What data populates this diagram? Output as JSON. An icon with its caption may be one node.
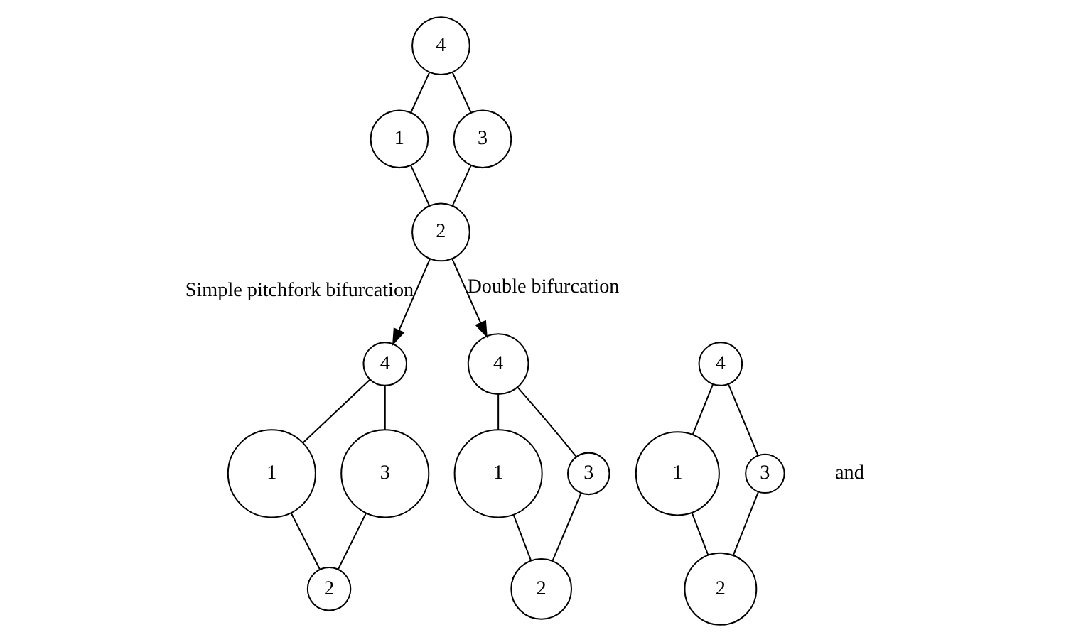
{
  "diagram": {
    "nodes": [
      {
        "text": [
          "4"
        ]
      },
      {
        "text": [
          "1"
        ]
      },
      {
        "text": [
          "3"
        ]
      },
      {
        "text": [
          "2"
        ]
      },
      {
        "text": [
          "4"
        ]
      },
      {
        "text": [
          "1"
        ]
      },
      {
        "text": [
          "3"
        ]
      },
      {
        "text": [
          "2"
        ]
      },
      {
        "text": [
          "4"
        ]
      },
      {
        "text": [
          "1"
        ]
      },
      {
        "text": [
          "3"
        ]
      },
      {
        "text": [
          "2"
        ]
      },
      {
        "text": [
          "4"
        ]
      },
      {
        "text": [
          "1"
        ]
      },
      {
        "text": [
          "3"
        ]
      },
      {
        "text": [
          "2"
        ]
      }
    ],
    "edges": [
      {
        "from": 0,
        "to": 1,
        "arrow": "none"
      },
      {
        "from": 0,
        "to": 2,
        "arrow": "none"
      },
      {
        "from": 1,
        "to": 3,
        "arrow": "none"
      },
      {
        "from": 2,
        "to": 3,
        "arrow": "none"
      },
      {
        "from": 3,
        "to": 4,
        "arrow": "to",
        "label": "Simple pitchfork bifurcation"
      },
      {
        "from": 3,
        "to": 8,
        "arrow": "to",
        "label": "Double bifurcation"
      },
      {
        "from": 4,
        "to": 5,
        "arrow": "none"
      },
      {
        "from": 4,
        "to": 6,
        "arrow": "none"
      },
      {
        "from": 5,
        "to": 7,
        "arrow": "none"
      },
      {
        "from": 6,
        "to": 7,
        "arrow": "none"
      },
      {
        "from": 8,
        "to": 9,
        "arrow": "none"
      },
      {
        "from": 8,
        "to": 10,
        "arrow": "none"
      },
      {
        "from": 9,
        "to": 11,
        "arrow": "none"
      },
      {
        "from": 10,
        "to": 11,
        "arrow": "none"
      },
      {
        "from": 12,
        "to": 13,
        "arrow": "none"
      },
      {
        "from": 12,
        "to": 14,
        "arrow": "none"
      },
      {
        "from": 13,
        "to": 15,
        "arrow": "none"
      },
      {
        "from": 14,
        "to": 15,
        "arrow": "none"
      }
    ],
    "labels": [
      "and"
    ]
  }
}
